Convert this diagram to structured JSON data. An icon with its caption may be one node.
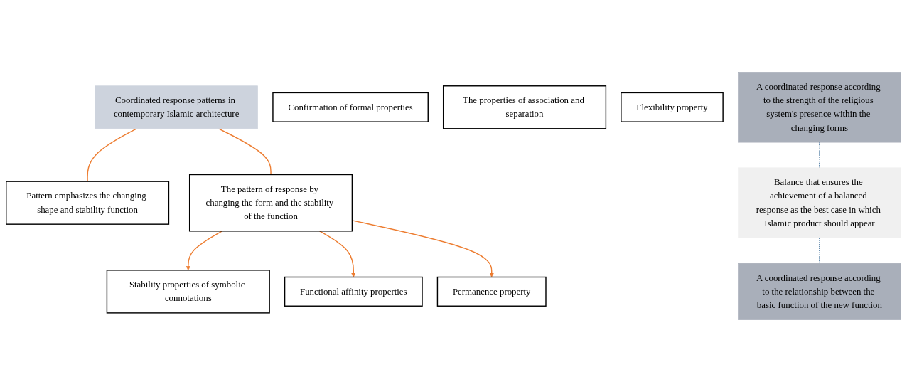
{
  "diagram": {
    "nodes": [
      {
        "text": [
          "Coordinated response patterns in contemporary Islamic architecture"
        ]
      },
      {
        "text": [
          "Pattern emphasizes the changing shape and stability function"
        ]
      },
      {
        "text": [
          "Confirmation of formal properties"
        ]
      },
      {
        "text": [
          "The properties of association and separation"
        ]
      },
      {
        "text": [
          "Flexibility property"
        ]
      },
      {
        "text": [
          "The pattern of response by changing the form and the stability of the function"
        ]
      },
      {
        "text": [
          "Stability properties of symbolic connotations"
        ]
      },
      {
        "text": [
          "Functional affinity properties"
        ]
      },
      {
        "text": [
          "Permanence property"
        ]
      },
      {
        "text": [
          "A coordinated response according to the strength of the religious system's presence within the changing forms"
        ]
      },
      {
        "text": [
          "A coordinated response according to the relationship between the basic function of the new function"
        ]
      },
      {
        "text": [
          "Balance that ensures the achievement of a balanced response as the best case in which Islamic product should appear"
        ]
      }
    ],
    "edges": [
      {
        "from": 0,
        "to": 1,
        "arrow": "none"
      },
      {
        "from": 0,
        "to": 5,
        "arrow": "none"
      },
      {
        "from": 5,
        "to": 6,
        "arrow": "to"
      },
      {
        "from": 5,
        "to": 7,
        "arrow": "to"
      },
      {
        "from": 5,
        "to": 8,
        "arrow": "to"
      },
      {
        "from": 9,
        "to": 11,
        "arrow": "none",
        "style": "dashed",
        "color": "#41719c"
      },
      {
        "from": 11,
        "to": 10,
        "arrow": "none",
        "style": "dashed",
        "color": "#41719c"
      }
    ]
  }
}
